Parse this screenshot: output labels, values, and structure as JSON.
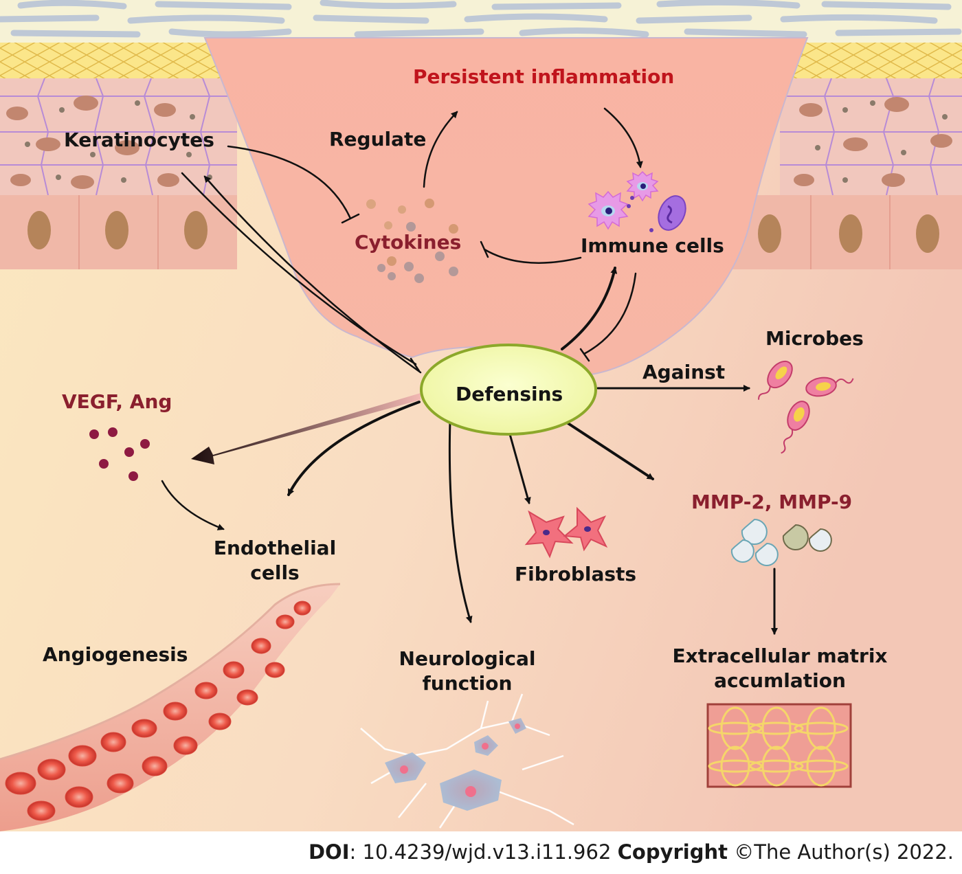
{
  "labels": {
    "persistent_inflammation": "Persistent inflammation",
    "regulate": "Regulate",
    "keratinocytes": "Keratinocytes",
    "cytokines": "Cytokines",
    "immune_cells": "Immune cells",
    "microbes": "Microbes",
    "against": "Against",
    "defensins": "Defensins",
    "vegf_ang": "VEGF, Ang",
    "endothelial_line1": "Endothelial",
    "endothelial_line2": "cells",
    "fibroblasts": "Fibroblasts",
    "mmp": "MMP-2, MMP-9",
    "angiogenesis": "Angiogenesis",
    "neuro_line1": "Neurological",
    "neuro_line2": "function",
    "ecm_line1": "Extracellular matrix",
    "ecm_line2": "accumlation"
  },
  "footer": {
    "doi_label": "DOI",
    "doi_value": ": 10.4239/wjd.v13.i11.962 ",
    "copyright_label": "Copyright",
    "copyright_value": " ©The Author(s) 2022."
  },
  "colors": {
    "inflammation_text": "#c0141c",
    "molecule_text": "#8a1f2e",
    "defensins_fill": "#f2f7b0",
    "defensins_stroke": "#8ca82a",
    "wound_fill": "#f6aa98"
  }
}
